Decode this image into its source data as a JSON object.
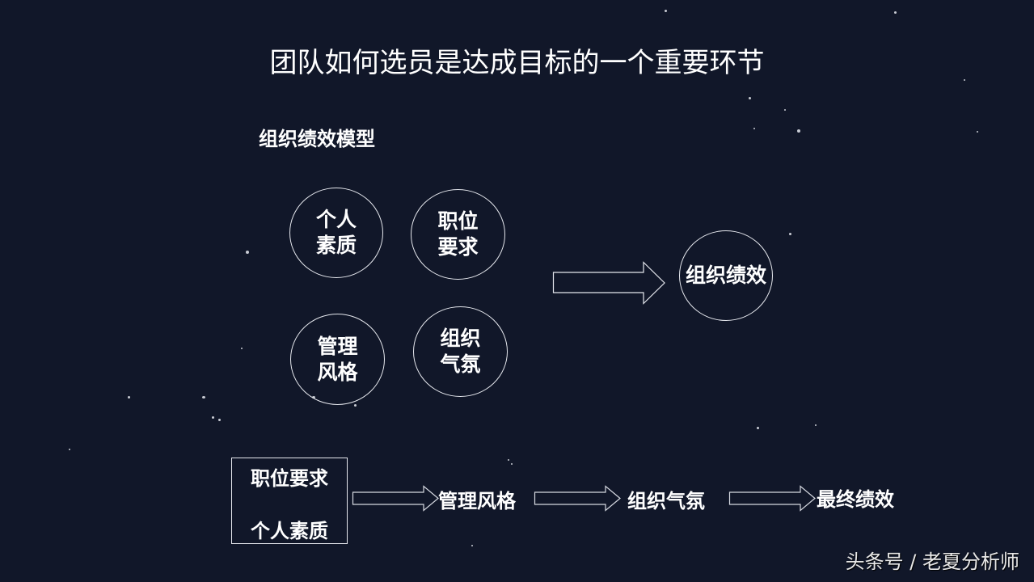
{
  "slide": {
    "title": "团队如何选员是达成目标的一个重要环节",
    "subtitle": "组织绩效模型",
    "background_color": "#111729"
  },
  "model": {
    "factors": [
      {
        "line1": "个人",
        "line2": "素质"
      },
      {
        "line1": "职位",
        "line2": "要求"
      },
      {
        "line1": "管理",
        "line2": "风格"
      },
      {
        "line1": "组织",
        "line2": "气氛"
      }
    ],
    "result": "组织绩效"
  },
  "flow": {
    "start_box": {
      "line1": "职位要求",
      "line2": "个人素质"
    },
    "steps": [
      "管理风格",
      "组织气氛",
      "最终绩效"
    ]
  },
  "watermark": "头条号 / 老夏分析师"
}
